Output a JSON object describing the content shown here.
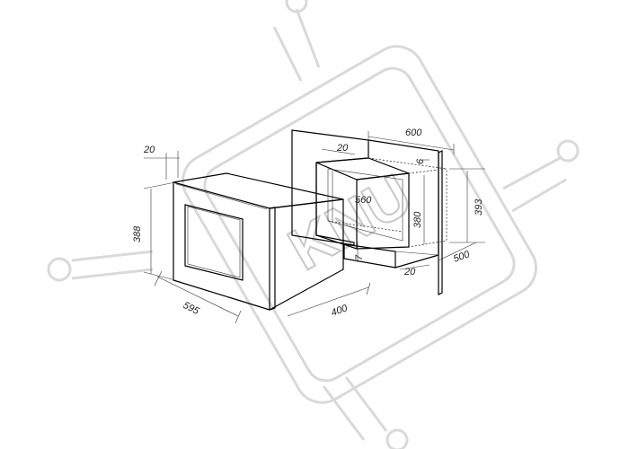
{
  "watermark": {
    "brand_text": "KNU",
    "color": "#d9d9d9"
  },
  "dimensions": {
    "oven_depth_top": "20",
    "oven_height": "388",
    "oven_width": "595",
    "oven_depth": "400",
    "niche_width": "600",
    "niche_offset": "20",
    "niche_gap": "6",
    "inner_width": "560",
    "inner_height": "380",
    "niche_height": "393",
    "bottom_gap": "7",
    "bottom_offset": "20",
    "niche_depth": "500"
  }
}
